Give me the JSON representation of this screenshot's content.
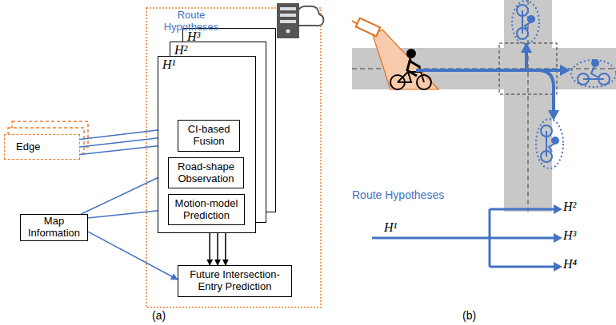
{
  "diagram": {
    "nodes": [
      {
        "text": [
          "Edge"
        ]
      },
      {
        "text": [
          "Map Information"
        ]
      },
      {
        "text": [
          "H³"
        ]
      },
      {
        "text": [
          "H²"
        ]
      },
      {
        "text": [
          "H¹"
        ]
      },
      {
        "text": [
          "CI-based Fusion"
        ],
        "in": 4
      },
      {
        "text": [
          "Road-shape Observation"
        ],
        "in": 4
      },
      {
        "text": [
          "Motion-model Prediction"
        ],
        "in": 4
      },
      {
        "text": [
          "Future Intersection-Entry Prediction"
        ]
      }
    ],
    "edges": [
      {
        "from": 0,
        "to": 5,
        "arrow": "to"
      },
      {
        "from": 0,
        "to": 5,
        "arrow": "to"
      },
      {
        "from": 0,
        "to": 5,
        "arrow": "to"
      },
      {
        "from": 1,
        "to": 6,
        "arrow": "to"
      },
      {
        "from": 1,
        "to": 7,
        "arrow": "to"
      },
      {
        "from": 1,
        "to": 8,
        "arrow": "to"
      },
      {
        "from": 5,
        "to": 6,
        "arrow": "to"
      },
      {
        "from": 6,
        "to": 7,
        "arrow": "to"
      },
      {
        "from": 7,
        "to": 5,
        "arrow": "to"
      },
      {
        "from": 4,
        "to": 8,
        "arrow": "to"
      },
      {
        "from": 4,
        "to": 8,
        "arrow": "to"
      },
      {
        "from": 4,
        "to": 8,
        "arrow": "to"
      }
    ],
    "labels": [
      "Route Hypotheses",
      "(a)",
      "Route Hypotheses",
      "H¹",
      "H²",
      "H³",
      "H⁴",
      "(b)"
    ]
  }
}
